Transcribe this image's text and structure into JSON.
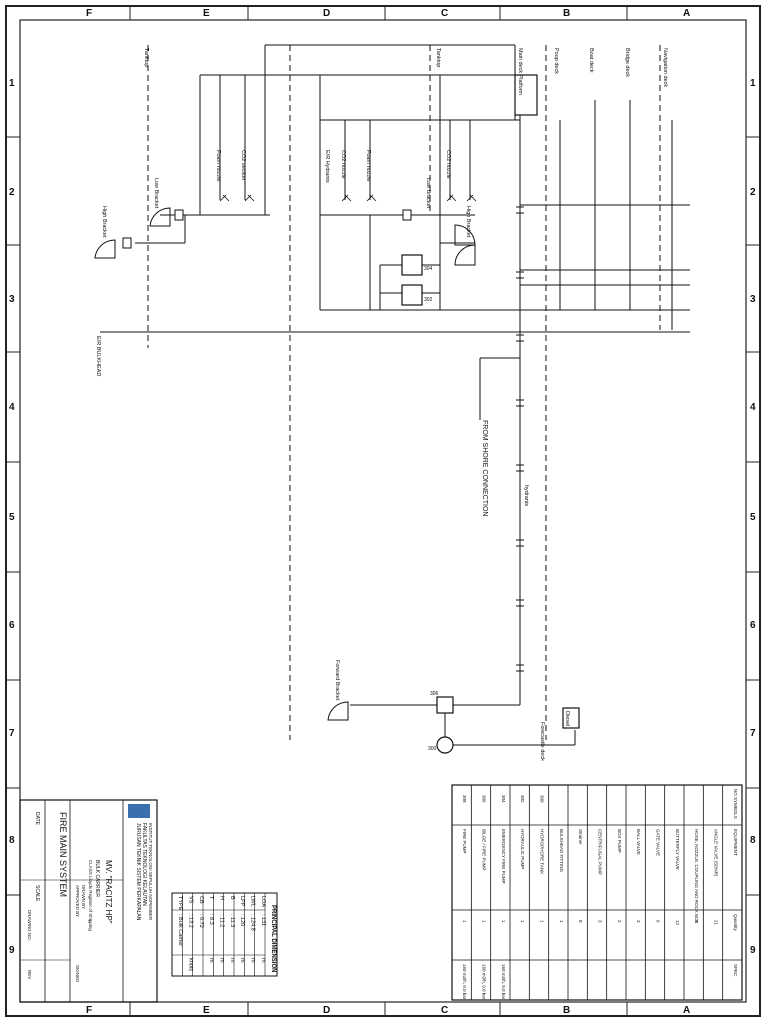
{
  "border": {
    "letters": [
      "F",
      "E",
      "D",
      "C",
      "B",
      "A"
    ],
    "numbers": [
      "1",
      "2",
      "3",
      "4",
      "5",
      "6",
      "7",
      "8",
      "9"
    ]
  },
  "decks": {
    "navigation": "Navigation deck",
    "bridge": "Bridge deck",
    "boat": "Boat deck",
    "poop": "Poop deck",
    "main": "Main deck Platform",
    "tank_c": "Tanktop",
    "tank_f": "Tanktop",
    "forecastle": "Forecastle deck"
  },
  "labels": {
    "er_bulkhead": "E/R BULKHEAD",
    "from_shore": "FROM SHORE CONNECTION",
    "high_bracket_1": "High Bracket",
    "high_bracket_2": "High Bracket",
    "low_bracket_1": "Low Bracket",
    "low_bracket_2": "Low Bracket",
    "forward_bracket": "Forward Bracket",
    "foam_nozzle": "Foam nozzle",
    "co2_section": "CO2 section",
    "er_hydrants": "E/R Hydrants",
    "co2_nozzle": "CO2 nozzle",
    "foam_nozzle_2": "Foam nozzle",
    "co2_nozzle_2": "CO2 nozzle",
    "diesel": "Diesel",
    "hydrants": "hydrants",
    "n304": "304",
    "n302": "302",
    "n306": "306",
    "n300": "300"
  },
  "legend": {
    "header": {
      "symbol": "NO SYMBOLS",
      "equipment": "EQUIPMENT",
      "quantity": "Quantity",
      "spec": "SPEC"
    },
    "rows": [
      {
        "no": "",
        "equipment": "ANGLE VALVE (SDNR)",
        "quantity": "21",
        "spec": ""
      },
      {
        "no": "",
        "equipment": "HOSE, NOZZLE, COUPLING AND ROCK BOX",
        "quantity": "8",
        "spec": ""
      },
      {
        "no": "",
        "equipment": "BUTTERFLY VALVE",
        "quantity": "12",
        "spec": ""
      },
      {
        "no": "",
        "equipment": "GATE VALVE",
        "quantity": "6",
        "spec": ""
      },
      {
        "no": "",
        "equipment": "BALL VALVE",
        "quantity": "3",
        "spec": ""
      },
      {
        "no": "",
        "equipment": "BOX PUMP",
        "quantity": "2",
        "spec": ""
      },
      {
        "no": "",
        "equipment": "CENTRIFUGAL PUMP",
        "quantity": "3",
        "spec": ""
      },
      {
        "no": "",
        "equipment": "Strainer",
        "quantity": "8",
        "spec": ""
      },
      {
        "no": "",
        "equipment": "BULKHEAD FITTING",
        "quantity": "1",
        "spec": ""
      },
      {
        "no": "300",
        "equipment": "HYDROPHORE TANK",
        "quantity": "1",
        "spec": ""
      },
      {
        "no": "302",
        "equipment": "HYDRAULIC PUMP",
        "quantity": "1",
        "spec": ""
      },
      {
        "no": "304",
        "equipment": "EMERGENCY FIRE PUMP",
        "quantity": "1",
        "spec": "160 m3/h, 9.0 bar"
      },
      {
        "no": "306",
        "equipment": "BILGE / FIRE PUMP",
        "quantity": "1",
        "spec": "160 m3/h, 9.0 bar"
      },
      {
        "no": "308",
        "equipment": "FIRE PUMP",
        "quantity": "1",
        "spec": "160 m3/h, 9.0 bar"
      }
    ]
  },
  "principal": {
    "title": "PRINCIPAL DIMENSION",
    "rows": [
      {
        "k": "LOA",
        "v": "131",
        "u": "m"
      },
      {
        "k": "LWL",
        "v": "124.8",
        "u": "m"
      },
      {
        "k": "LPP",
        "v": "120",
        "u": "m"
      },
      {
        "k": "B",
        "v": "11.3",
        "u": "m"
      },
      {
        "k": "H",
        "v": "11.2",
        "u": "m"
      },
      {
        "k": "T",
        "v": "8.3",
        "u": "m"
      },
      {
        "k": "CB",
        "v": "0.72",
        "u": ""
      },
      {
        "k": "VS",
        "v": "13.2",
        "u": "knots"
      },
      {
        "k": "TYPE",
        "v": "Bulk Carrier",
        "u": ""
      }
    ]
  },
  "title_block": {
    "dept": "JURUSAN TEKNIK SISTEM PERKAPALAN",
    "faculty": "FAKULTAS TEKNOLOGI KELAUTAN",
    "institute": "INSTITUT TEKNOLOGI SEPULUH NOPEMBER",
    "ship": "MV. \"RACITZ HP\"",
    "type": "BULK CARRIER",
    "class": "CLASS Lloyds Register of Shipping",
    "drawing_title": "FIRE MAIN SYSTEM",
    "drawn_by": "DRAWN BY",
    "approved_by": "APPROVED BY",
    "scale": "SCALE",
    "date": "DATE",
    "drawing_no": "DRAWING NO.",
    "sign": "SIGNED",
    "rev": "REV"
  }
}
